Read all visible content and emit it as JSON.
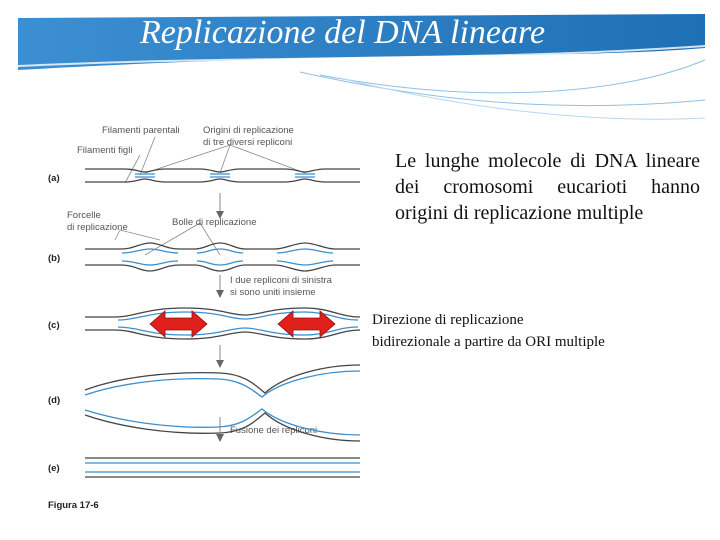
{
  "slide": {
    "title": "Replicazione del DNA lineare",
    "description": "Le lunghe molecole di DNA lineare dei cromosomi eucarioti hanno origini di replicazione multiple",
    "note_line1": "Direzione di replicazione",
    "note_line2": "bidirezionale a partire da ORI multiple"
  },
  "figure": {
    "label_parental": "Filamenti parentali",
    "label_origins_1": "Origini di replicazione",
    "label_origins_2": "di tre diversi repliconi",
    "label_daughter": "Filamenti figli",
    "label_forks_1": "Forcelle",
    "label_forks_2": "di replicazione",
    "label_bubbles": "Bolle di replicazione",
    "label_joined_1": "I due repliconi di sinistra",
    "label_joined_2": "si sono uniti insieme",
    "label_fusion": "Fusione dei repliconi",
    "panel_a": "(a)",
    "panel_b": "(b)",
    "panel_c": "(c)",
    "panel_d": "(d)",
    "panel_e": "(e)",
    "caption": "Figura 17-6"
  },
  "colors": {
    "banner": "#2e86c8",
    "strand_parental": "#444444",
    "strand_daughter": "#3a8fd0",
    "arrow_red": "#e0201a"
  }
}
